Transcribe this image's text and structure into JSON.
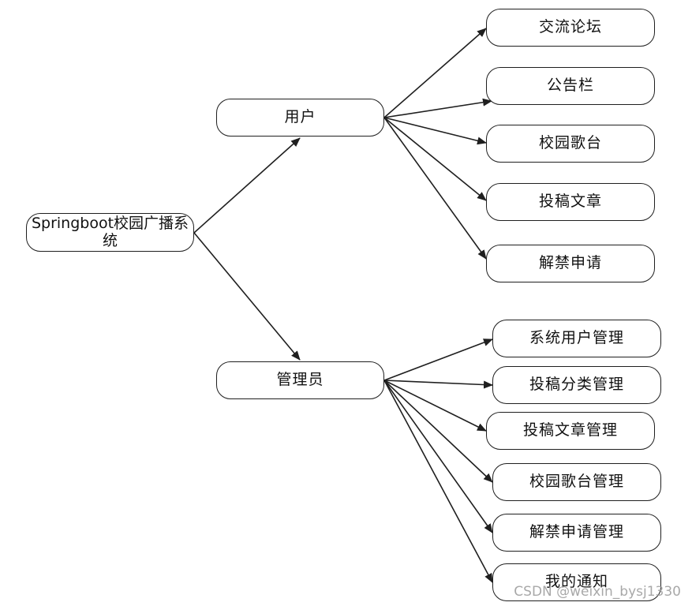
{
  "root": {
    "label": "Springboot校园广播系统"
  },
  "branches": [
    {
      "id": "user",
      "label": "用户",
      "children": [
        "交流论坛",
        "公告栏",
        "校园歌台",
        "投稿文章",
        "解禁申请"
      ]
    },
    {
      "id": "admin",
      "label": "管理员",
      "children": [
        "系统用户管理",
        "投稿分类管理",
        "投稿文章管理",
        "校园歌台管理",
        "解禁申请管理",
        "我的通知"
      ]
    }
  ],
  "watermark": "CSDN @weixin_bysj1330",
  "colors": {
    "line": "#1f1f1f",
    "node_border": "#1f1f1f",
    "background": "#ffffff",
    "watermark": "#9a9a9a"
  }
}
